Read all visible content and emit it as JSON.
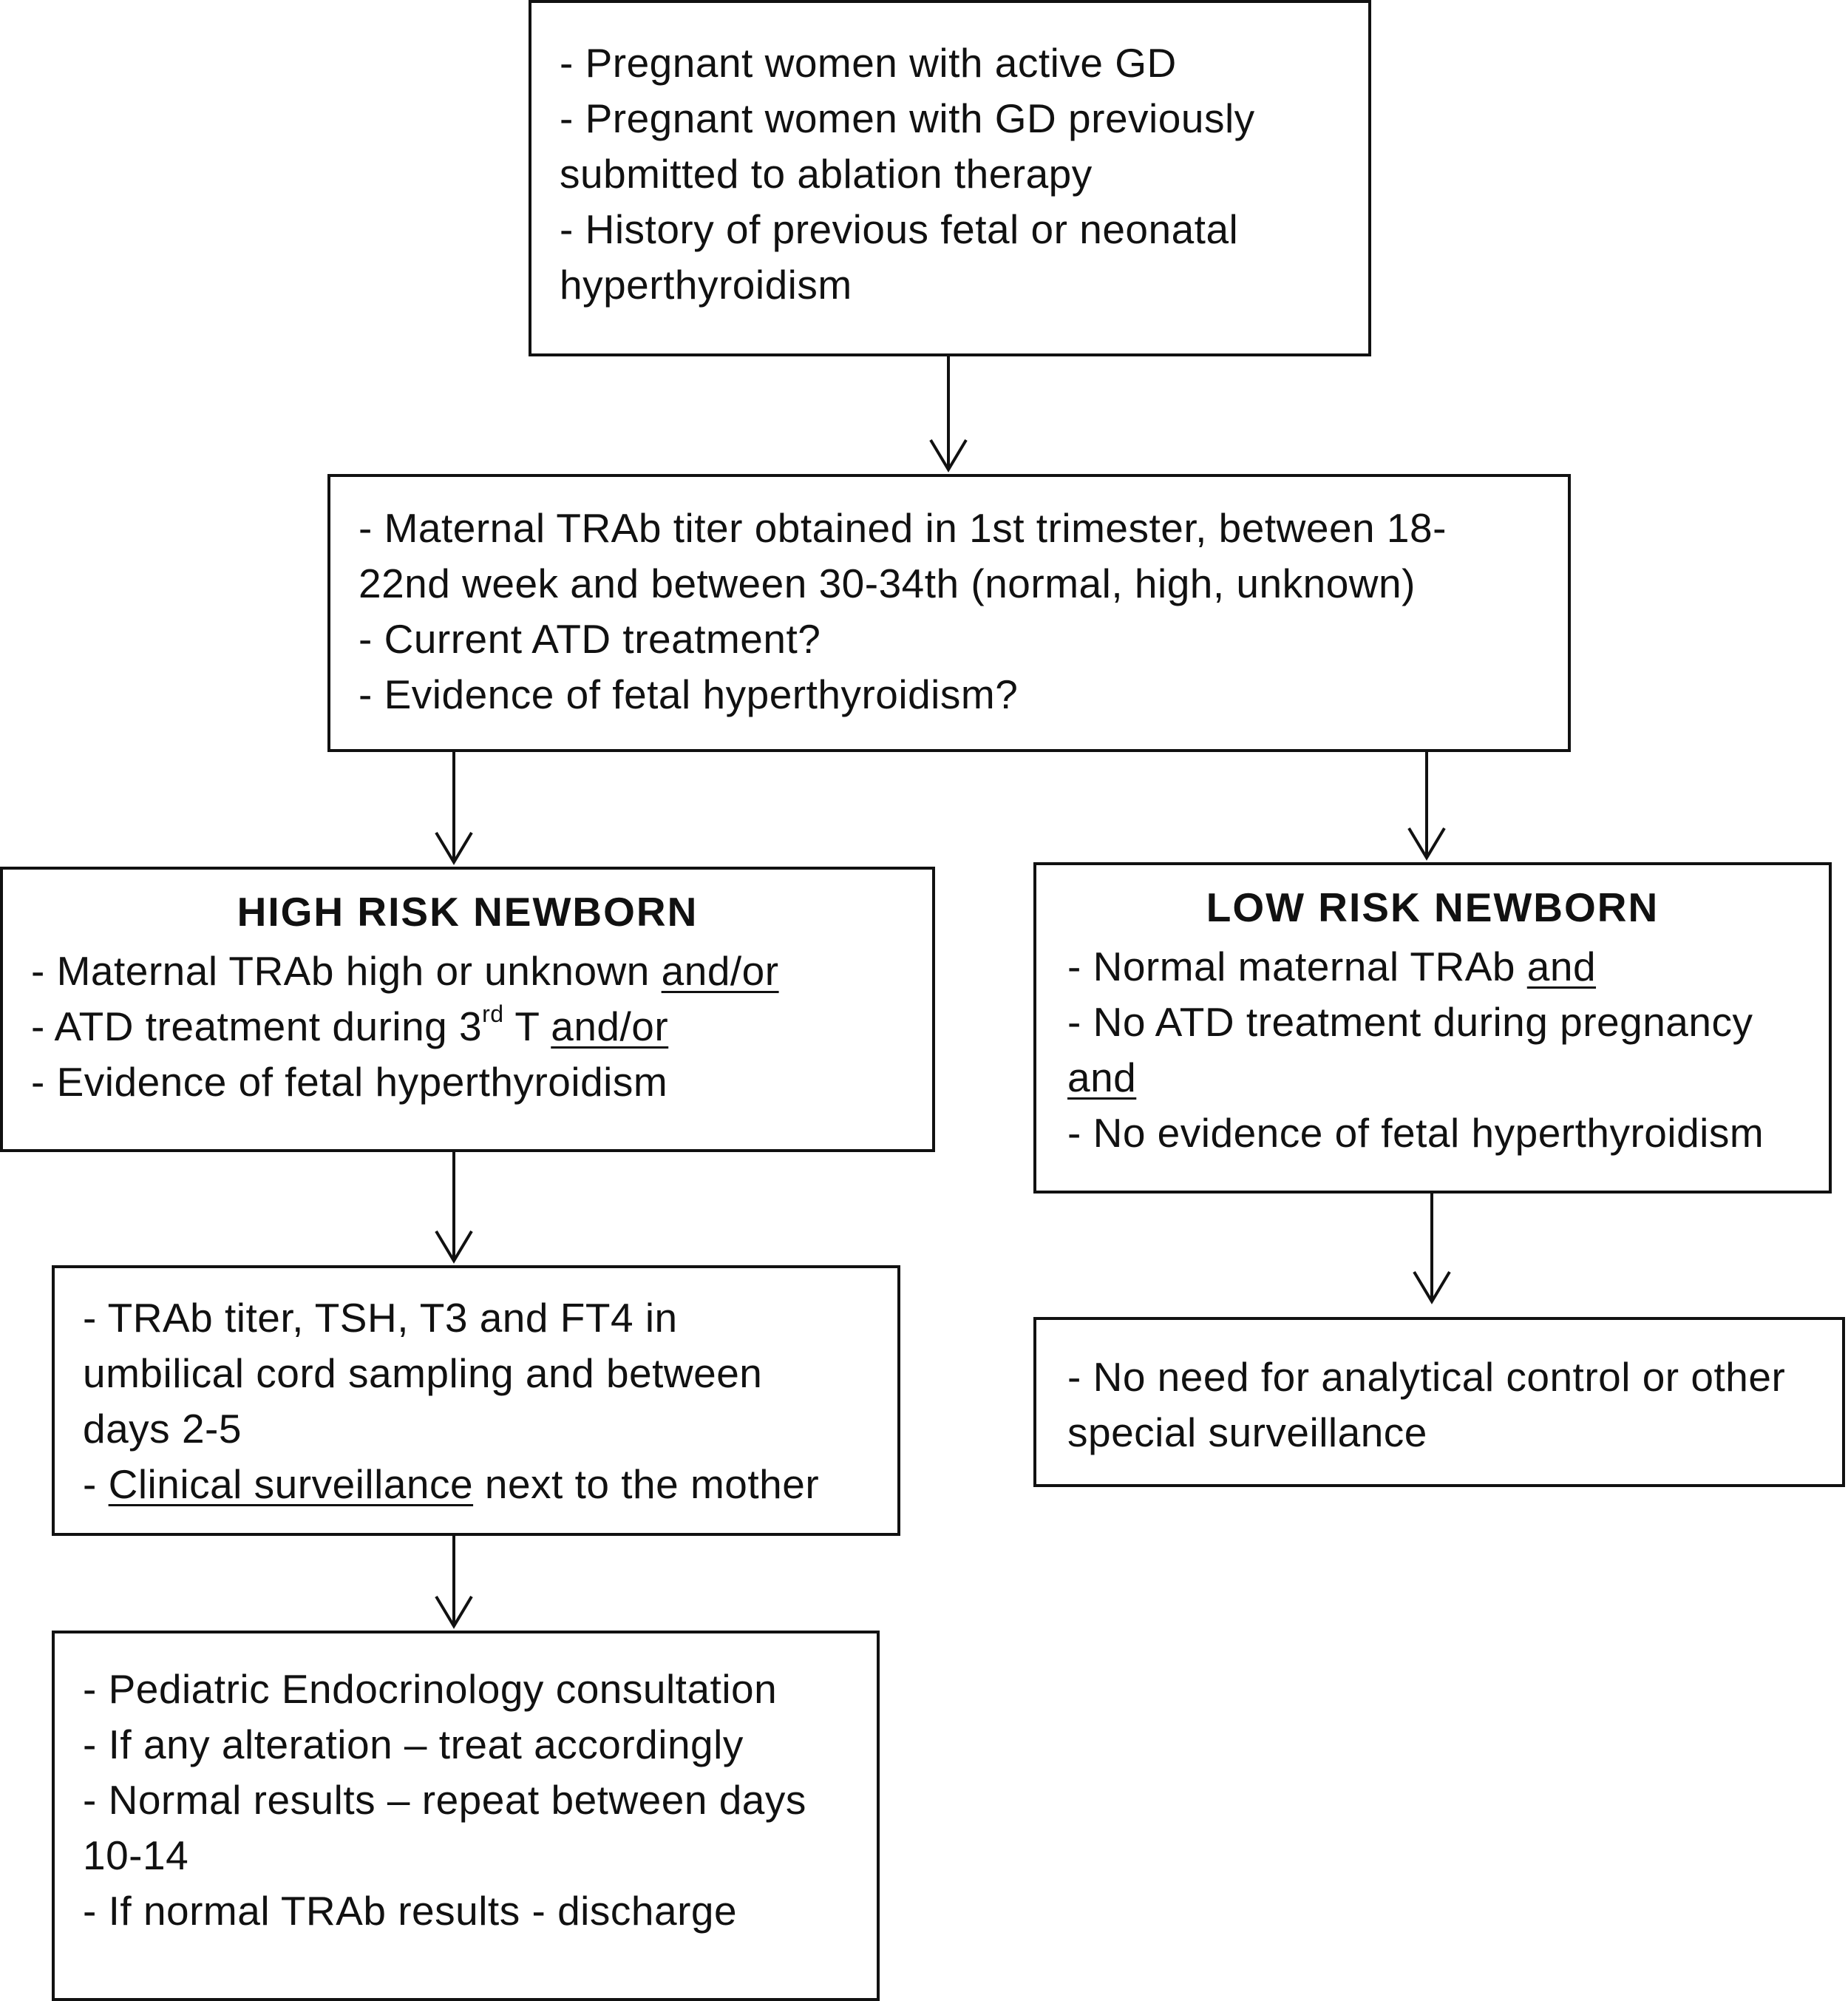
{
  "box_top": {
    "lines": [
      "- Pregnant women with active GD",
      "- Pregnant women with GD previously",
      "submitted to ablation therapy",
      "- History of previous fetal or neonatal",
      "hyperthyroidism"
    ]
  },
  "box_assess": {
    "lines": [
      "- Maternal TRAb titer obtained in 1st trimester, between 18-",
      "22nd week and between 30-34th (normal, high, unknown)",
      "- Current ATD treatment?",
      "- Evidence of fetal hyperthyroidism?"
    ]
  },
  "box_high": {
    "title": "HIGH RISK NEWBORN",
    "line1": "- Maternal TRAb high or unknown ",
    "line1_ul": "and/or",
    "line2a": "- ATD treatment during 3",
    "line2_sup": "rd",
    "line2b": " T ",
    "line2_ul": "and/or",
    "line3": "- Evidence of fetal hyperthyroidism"
  },
  "box_low": {
    "title": "LOW RISK NEWBORN",
    "line1": "- Normal maternal TRAb ",
    "line1_ul": "and",
    "line2": "- No ATD treatment during pregnancy",
    "line3_ul": "and",
    "line4": "- No evidence of fetal hyperthyroidism"
  },
  "box_tests": {
    "line1": "- TRAb titer, TSH, T3 and FT4 in",
    "line2": "umbilical cord sampling and between",
    "line3": "days 2-5",
    "line4a": "- ",
    "line4_ul": "Clinical surveillance",
    "line4b": " next to the mother"
  },
  "box_no_need": {
    "lines": [
      "- No need for analytical control or other",
      "special surveillance"
    ]
  },
  "box_followup": {
    "lines": [
      "- Pediatric Endocrinology consultation",
      "- If any alteration – treat accordingly",
      "- Normal results – repeat between days",
      "10-14",
      "- If normal TRAb results - discharge"
    ]
  }
}
